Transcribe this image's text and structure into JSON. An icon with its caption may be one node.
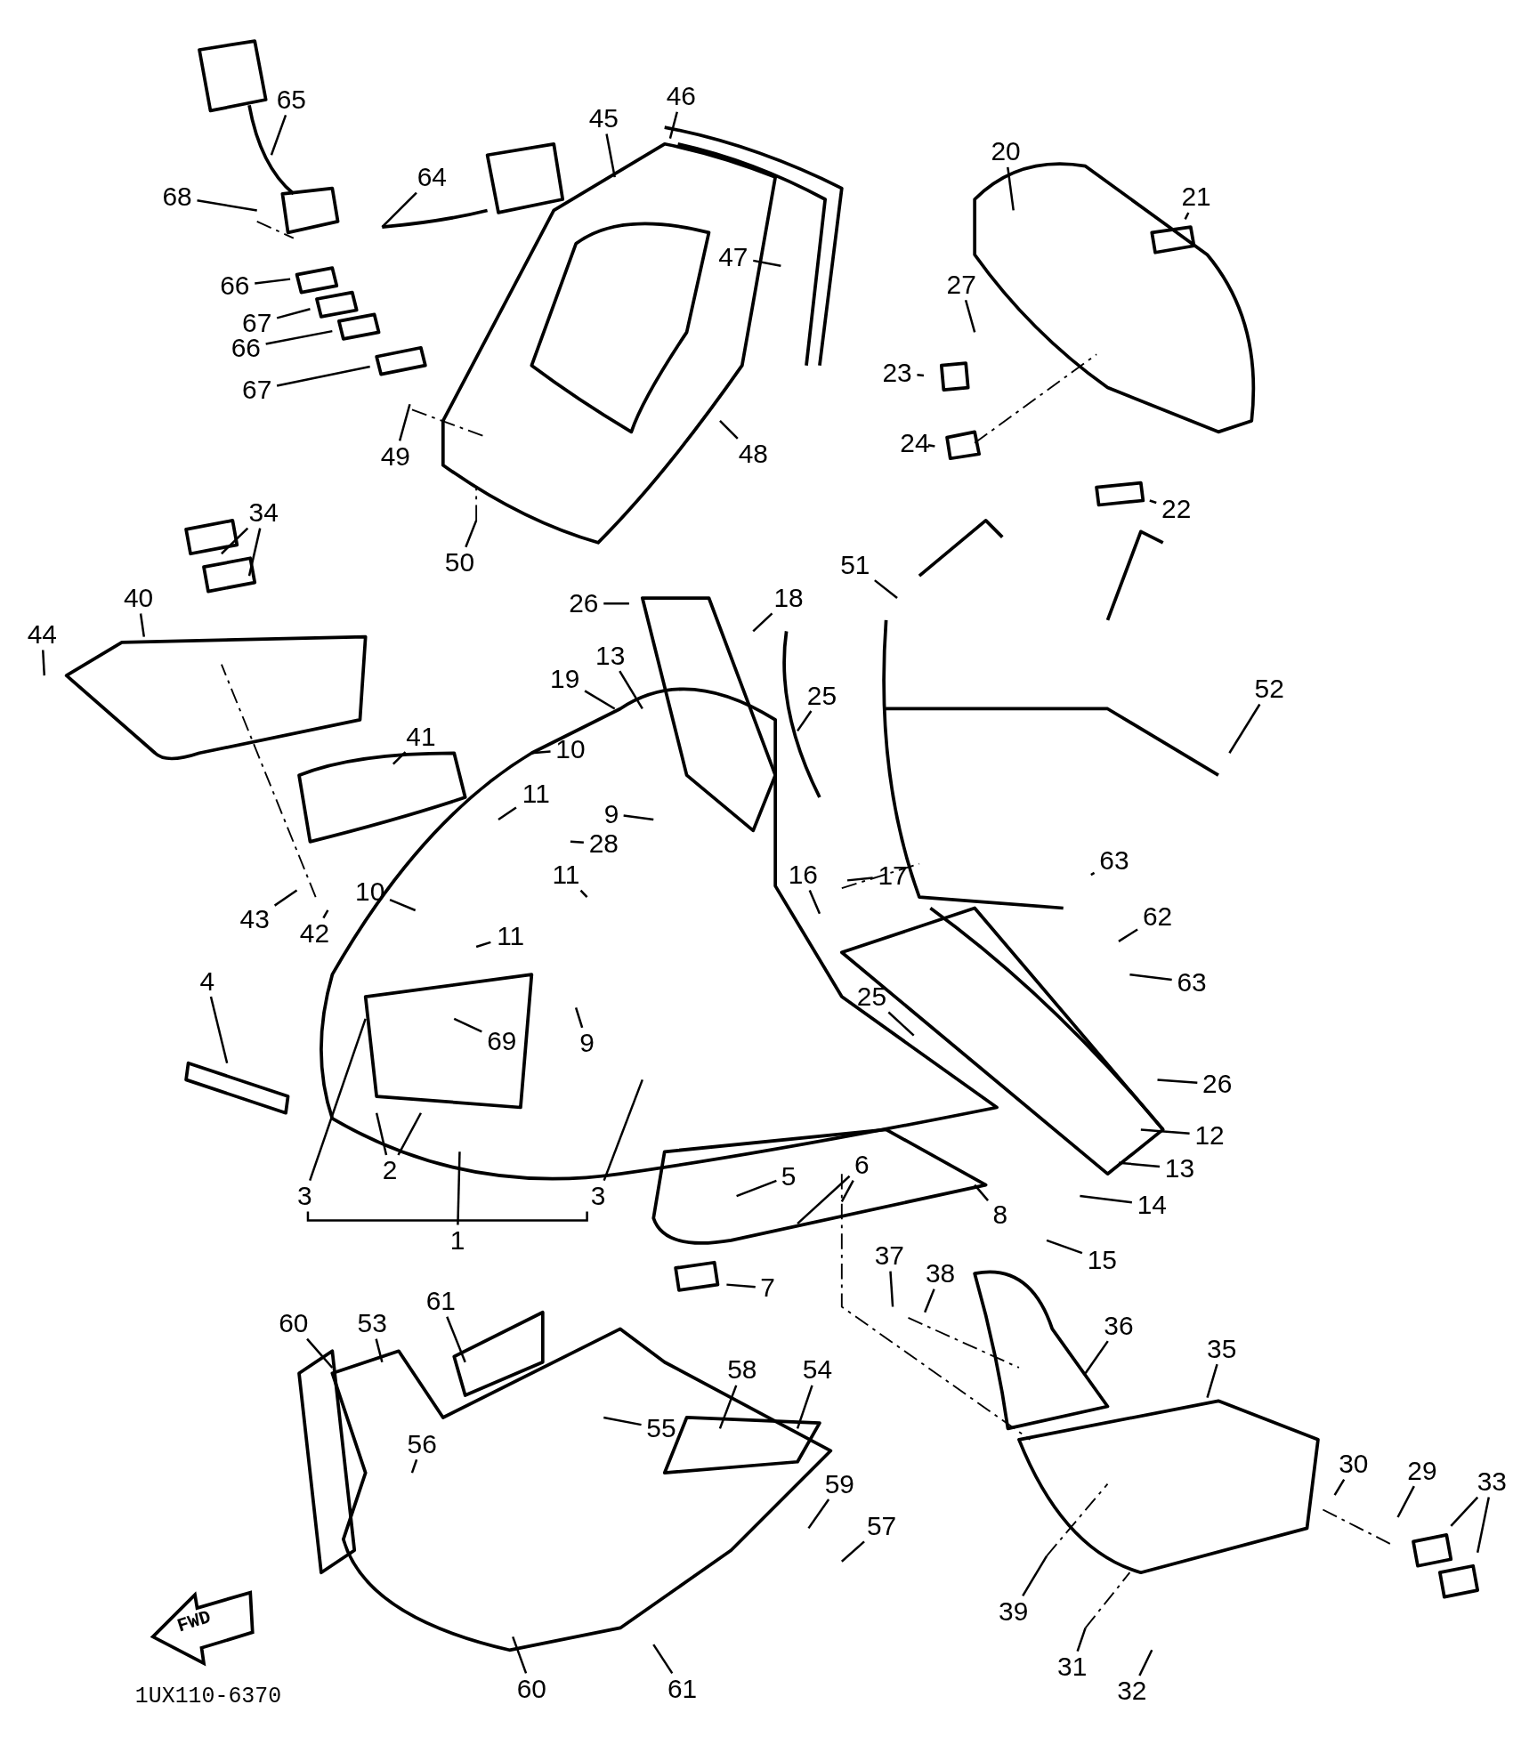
{
  "diagram": {
    "nodes": [
      {
        "text": [
          "65"
        ]
      },
      {
        "text": [
          "68"
        ]
      },
      {
        "text": [
          "64"
        ]
      },
      {
        "text": [
          "66"
        ]
      },
      {
        "text": [
          "67"
        ]
      },
      {
        "text": [
          "66"
        ]
      },
      {
        "text": [
          "67"
        ]
      },
      {
        "text": [
          "45"
        ]
      },
      {
        "text": [
          "46"
        ]
      },
      {
        "text": [
          "47"
        ]
      },
      {
        "text": [
          "49"
        ]
      },
      {
        "text": [
          "48"
        ]
      },
      {
        "text": [
          "50"
        ]
      },
      {
        "text": [
          "20"
        ]
      },
      {
        "text": [
          "21"
        ]
      },
      {
        "text": [
          "27"
        ]
      },
      {
        "text": [
          "23"
        ]
      },
      {
        "text": [
          "24"
        ]
      },
      {
        "text": [
          "22"
        ]
      },
      {
        "text": [
          "34"
        ]
      },
      {
        "text": [
          "40"
        ]
      },
      {
        "text": [
          "44"
        ]
      },
      {
        "text": [
          "26"
        ]
      },
      {
        "text": [
          "18"
        ]
      },
      {
        "text": [
          "51"
        ]
      },
      {
        "text": [
          "13"
        ]
      },
      {
        "text": [
          "19"
        ]
      },
      {
        "text": [
          "25"
        ]
      },
      {
        "text": [
          "52"
        ]
      },
      {
        "text": [
          "41"
        ]
      },
      {
        "text": [
          "10"
        ]
      },
      {
        "text": [
          "11"
        ]
      },
      {
        "text": [
          "9"
        ]
      },
      {
        "text": [
          "28"
        ]
      },
      {
        "text": [
          "63"
        ]
      },
      {
        "text": [
          "17"
        ]
      },
      {
        "text": [
          "16"
        ]
      },
      {
        "text": [
          "11"
        ]
      },
      {
        "text": [
          "43"
        ]
      },
      {
        "text": [
          "42"
        ]
      },
      {
        "text": [
          "10"
        ]
      },
      {
        "text": [
          "11"
        ]
      },
      {
        "text": [
          "62"
        ]
      },
      {
        "text": [
          "63"
        ]
      },
      {
        "text": [
          "25"
        ]
      },
      {
        "text": [
          "69"
        ]
      },
      {
        "text": [
          "9"
        ]
      },
      {
        "text": [
          "4"
        ]
      },
      {
        "text": [
          "26"
        ]
      },
      {
        "text": [
          "12"
        ]
      },
      {
        "text": [
          "13"
        ]
      },
      {
        "text": [
          "2"
        ]
      },
      {
        "text": [
          "5"
        ]
      },
      {
        "text": [
          "6"
        ]
      },
      {
        "text": [
          "14"
        ]
      },
      {
        "text": [
          "3"
        ]
      },
      {
        "text": [
          "1"
        ]
      },
      {
        "text": [
          "3"
        ]
      },
      {
        "text": [
          "8"
        ]
      },
      {
        "text": [
          "15"
        ]
      },
      {
        "text": [
          "7"
        ]
      },
      {
        "text": [
          "37"
        ]
      },
      {
        "text": [
          "38"
        ]
      },
      {
        "text": [
          "61"
        ]
      },
      {
        "text": [
          "60"
        ]
      },
      {
        "text": [
          "53"
        ]
      },
      {
        "text": [
          "36"
        ]
      },
      {
        "text": [
          "35"
        ]
      },
      {
        "text": [
          "58"
        ]
      },
      {
        "text": [
          "54"
        ]
      },
      {
        "text": [
          "55"
        ]
      },
      {
        "text": [
          "56"
        ]
      },
      {
        "text": [
          "30"
        ]
      },
      {
        "text": [
          "29"
        ]
      },
      {
        "text": [
          "33"
        ]
      },
      {
        "text": [
          "59"
        ]
      },
      {
        "text": [
          "57"
        ]
      },
      {
        "text": [
          "39"
        ]
      },
      {
        "text": [
          "31"
        ]
      },
      {
        "text": [
          "32"
        ]
      },
      {
        "text": [
          "60"
        ]
      },
      {
        "text": [
          "61"
        ]
      }
    ],
    "edges": [
      {
        "from": 0,
        "to": null,
        "arrow": "none"
      },
      {
        "from": 1,
        "to": null,
        "arrow": "none"
      },
      {
        "from": 2,
        "to": null,
        "arrow": "none"
      },
      {
        "from": 3,
        "to": null,
        "arrow": "none"
      },
      {
        "from": 4,
        "to": null,
        "arrow": "none"
      },
      {
        "from": 5,
        "to": null,
        "arrow": "none"
      },
      {
        "from": 6,
        "to": null,
        "arrow": "none"
      },
      {
        "from": 7,
        "to": null,
        "arrow": "none"
      },
      {
        "from": 8,
        "to": null,
        "arrow": "none"
      },
      {
        "from": 9,
        "to": null,
        "arrow": "none"
      },
      {
        "from": 10,
        "to": null,
        "arrow": "none"
      },
      {
        "from": 11,
        "to": null,
        "arrow": "none"
      },
      {
        "from": 12,
        "to": null,
        "arrow": "none"
      },
      {
        "from": 13,
        "to": null,
        "arrow": "none"
      },
      {
        "from": 14,
        "to": null,
        "arrow": "none"
      },
      {
        "from": 15,
        "to": null,
        "arrow": "none"
      },
      {
        "from": 16,
        "to": null,
        "arrow": "none"
      },
      {
        "from": 17,
        "to": null,
        "arrow": "none"
      },
      {
        "from": 18,
        "to": null,
        "arrow": "none"
      },
      {
        "from": 19,
        "to": null,
        "arrow": "none"
      },
      {
        "from": 19,
        "to": null,
        "arrow": "none"
      },
      {
        "from": 20,
        "to": null,
        "arrow": "none"
      },
      {
        "from": 21,
        "to": null,
        "arrow": "none"
      },
      {
        "from": 22,
        "to": null,
        "arrow": "none"
      },
      {
        "from": 23,
        "to": null,
        "arrow": "none"
      },
      {
        "from": 24,
        "to": null,
        "arrow": "none"
      },
      {
        "from": 25,
        "to": null,
        "arrow": "none"
      },
      {
        "from": 26,
        "to": null,
        "arrow": "none"
      },
      {
        "from": 27,
        "to": null,
        "arrow": "none"
      },
      {
        "from": 28,
        "to": null,
        "arrow": "none"
      },
      {
        "from": 29,
        "to": null,
        "arrow": "none"
      },
      {
        "from": 30,
        "to": null,
        "arrow": "none"
      },
      {
        "from": 31,
        "to": null,
        "arrow": "none"
      },
      {
        "from": 32,
        "to": null,
        "arrow": "none"
      },
      {
        "from": 33,
        "to": null,
        "arrow": "none"
      },
      {
        "from": 34,
        "to": null,
        "arrow": "none"
      },
      {
        "from": 35,
        "to": null,
        "arrow": "none"
      },
      {
        "from": 36,
        "to": null,
        "arrow": "none"
      },
      {
        "from": 37,
        "to": null,
        "arrow": "none"
      },
      {
        "from": 38,
        "to": null,
        "arrow": "none"
      },
      {
        "from": 39,
        "to": null,
        "arrow": "none"
      },
      {
        "from": 40,
        "to": null,
        "arrow": "none"
      },
      {
        "from": 41,
        "to": null,
        "arrow": "none"
      },
      {
        "from": 42,
        "to": null,
        "arrow": "none"
      },
      {
        "from": 43,
        "to": null,
        "arrow": "none"
      },
      {
        "from": 44,
        "to": null,
        "arrow": "none"
      },
      {
        "from": 45,
        "to": null,
        "arrow": "none"
      },
      {
        "from": 46,
        "to": null,
        "arrow": "none"
      },
      {
        "from": 47,
        "to": null,
        "arrow": "none"
      },
      {
        "from": 48,
        "to": null,
        "arrow": "none"
      },
      {
        "from": 49,
        "to": null,
        "arrow": "none"
      },
      {
        "from": 50,
        "to": null,
        "arrow": "none"
      },
      {
        "from": 51,
        "to": null,
        "arrow": "none"
      },
      {
        "from": 51,
        "to": null,
        "arrow": "none"
      },
      {
        "from": 52,
        "to": null,
        "arrow": "none"
      },
      {
        "from": 53,
        "to": null,
        "arrow": "none"
      },
      {
        "from": 53,
        "to": null,
        "arrow": "none"
      },
      {
        "from": 54,
        "to": null,
        "arrow": "none"
      },
      {
        "from": 55,
        "to": null,
        "arrow": "none"
      },
      {
        "from": 56,
        "to": null,
        "arrow": "none"
      },
      {
        "from": 57,
        "to": null,
        "arrow": "none"
      },
      {
        "from": 58,
        "to": null,
        "arrow": "none"
      },
      {
        "from": 59,
        "to": null,
        "arrow": "none"
      },
      {
        "from": 60,
        "to": null,
        "arrow": "none"
      },
      {
        "from": 61,
        "to": null,
        "arrow": "none"
      },
      {
        "from": 62,
        "to": null,
        "arrow": "none"
      },
      {
        "from": 63,
        "to": null,
        "arrow": "none"
      },
      {
        "from": 64,
        "to": null,
        "arrow": "none"
      },
      {
        "from": 65,
        "to": null,
        "arrow": "none"
      },
      {
        "from": 66,
        "to": null,
        "arrow": "none"
      },
      {
        "from": 67,
        "to": null,
        "arrow": "none"
      },
      {
        "from": 68,
        "to": null,
        "arrow": "none"
      },
      {
        "from": 69,
        "to": null,
        "arrow": "none"
      },
      {
        "from": 70,
        "to": null,
        "arrow": "none"
      },
      {
        "from": 71,
        "to": null,
        "arrow": "none"
      },
      {
        "from": 72,
        "to": null,
        "arrow": "none"
      },
      {
        "from": 73,
        "to": null,
        "arrow": "none"
      },
      {
        "from": 74,
        "to": null,
        "arrow": "none"
      },
      {
        "from": 74,
        "to": null,
        "arrow": "none"
      },
      {
        "from": 75,
        "to": null,
        "arrow": "none"
      },
      {
        "from": 76,
        "to": null,
        "arrow": "none"
      },
      {
        "from": 77,
        "to": null,
        "arrow": "none"
      },
      {
        "from": 78,
        "to": null,
        "arrow": "none"
      },
      {
        "from": 79,
        "to": null,
        "arrow": "none"
      },
      {
        "from": 80,
        "to": null,
        "arrow": "none"
      },
      {
        "from": 81,
        "to": null,
        "arrow": "none"
      }
    ],
    "labels": [
      "FWD",
      "1UX110-6370"
    ]
  }
}
